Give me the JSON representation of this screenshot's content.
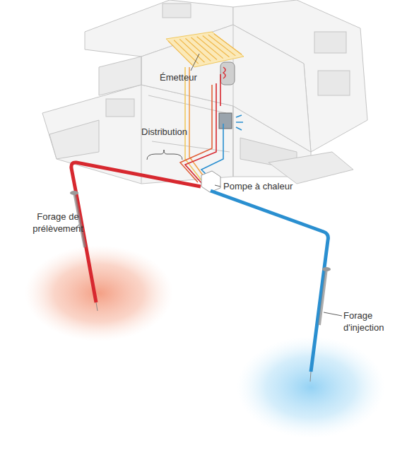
{
  "diagram": {
    "labels": [
      "Émetteur",
      "Distribution",
      "Pompe à chaleur",
      "Forage de prélèvement",
      "Forage d'injection"
    ]
  }
}
